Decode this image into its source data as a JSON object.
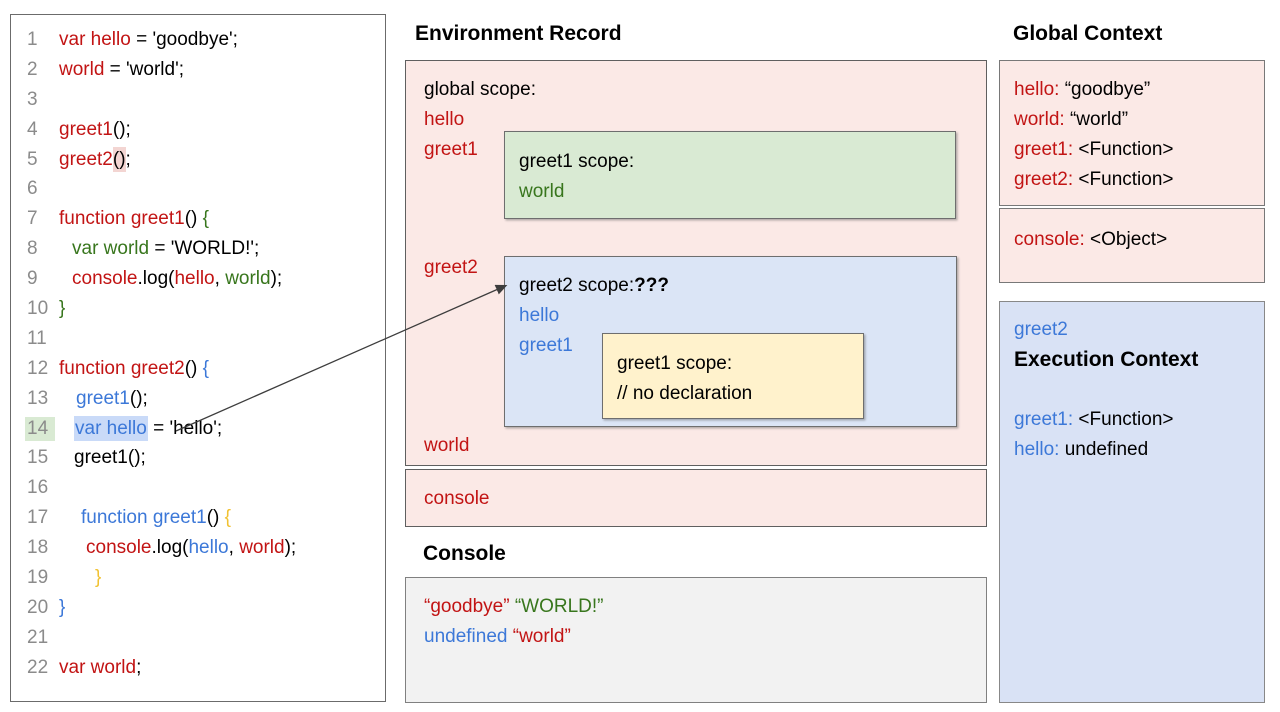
{
  "code_panel": {
    "lines": [
      {
        "n": "1",
        "indent": 0,
        "segs": [
          {
            "t": "var hello",
            "c": "red"
          },
          {
            "t": " = 'goodbye';",
            "c": "black"
          }
        ]
      },
      {
        "n": "2",
        "indent": 0,
        "segs": [
          {
            "t": "world",
            "c": "red"
          },
          {
            "t": " = 'world';",
            "c": "black"
          }
        ]
      },
      {
        "n": "3",
        "indent": 0,
        "segs": []
      },
      {
        "n": "4",
        "indent": 0,
        "segs": [
          {
            "t": "greet1",
            "c": "red"
          },
          {
            "t": "();",
            "c": "black"
          }
        ]
      },
      {
        "n": "5",
        "indent": 0,
        "segs": [
          {
            "t": "greet2",
            "c": "red"
          },
          {
            "t": "()",
            "c": "black",
            "hl": "pink"
          },
          {
            "t": ";",
            "c": "black"
          }
        ]
      },
      {
        "n": "6",
        "indent": 0,
        "segs": []
      },
      {
        "n": "7",
        "indent": 0,
        "segs": [
          {
            "t": "function greet1",
            "c": "red"
          },
          {
            "t": "() ",
            "c": "black"
          },
          {
            "t": "{",
            "c": "green"
          }
        ]
      },
      {
        "n": "8",
        "indent": 13,
        "segs": [
          {
            "t": "var world",
            "c": "green"
          },
          {
            "t": " = 'WORLD!';",
            "c": "black"
          }
        ]
      },
      {
        "n": "9",
        "indent": 13,
        "segs": [
          {
            "t": "console",
            "c": "red"
          },
          {
            "t": ".log(",
            "c": "black"
          },
          {
            "t": "hello",
            "c": "red"
          },
          {
            "t": ", ",
            "c": "black"
          },
          {
            "t": "world",
            "c": "green"
          },
          {
            "t": ");",
            "c": "black"
          }
        ]
      },
      {
        "n": "10",
        "indent": 0,
        "segs": [
          {
            "t": "}",
            "c": "green"
          }
        ]
      },
      {
        "n": "11",
        "indent": 0,
        "segs": []
      },
      {
        "n": "12",
        "indent": 0,
        "segs": [
          {
            "t": "function greet2",
            "c": "red"
          },
          {
            "t": "() ",
            "c": "black"
          },
          {
            "t": "{",
            "c": "blue"
          }
        ]
      },
      {
        "n": "13",
        "indent": 17,
        "segs": [
          {
            "t": "greet1",
            "c": "blue"
          },
          {
            "t": "();",
            "c": "black"
          }
        ]
      },
      {
        "n": "14",
        "indent": 15,
        "num_hl": true,
        "segs": [
          {
            "t": "var hello",
            "c": "blue",
            "hl": "blue"
          },
          {
            "t": " = 'hello';",
            "c": "black"
          }
        ]
      },
      {
        "n": "15",
        "indent": 15,
        "segs": [
          {
            "t": "greet1();",
            "c": "black"
          }
        ]
      },
      {
        "n": "16",
        "indent": 0,
        "segs": []
      },
      {
        "n": "17",
        "indent": 22,
        "segs": [
          {
            "t": "function greet1",
            "c": "blue"
          },
          {
            "t": "() ",
            "c": "black"
          },
          {
            "t": "{",
            "c": "yellow"
          }
        ]
      },
      {
        "n": "18",
        "indent": 27,
        "segs": [
          {
            "t": "console",
            "c": "red"
          },
          {
            "t": ".log(",
            "c": "black"
          },
          {
            "t": "hello",
            "c": "blue"
          },
          {
            "t": ", ",
            "c": "black"
          },
          {
            "t": "world",
            "c": "red"
          },
          {
            "t": ");",
            "c": "black"
          }
        ]
      },
      {
        "n": "19",
        "indent": 36,
        "segs": [
          {
            "t": "}",
            "c": "yellow"
          }
        ]
      },
      {
        "n": "20",
        "indent": 0,
        "segs": [
          {
            "t": "}",
            "c": "blue"
          }
        ]
      },
      {
        "n": "21",
        "indent": 0,
        "segs": []
      },
      {
        "n": "22",
        "indent": 0,
        "segs": [
          {
            "t": "var world",
            "c": "red"
          },
          {
            "t": ";",
            "c": "black"
          }
        ]
      }
    ]
  },
  "environment_record": {
    "title": "Environment Record",
    "global_box": {
      "header_lines": [
        [
          {
            "t": "global scope:",
            "c": "black"
          }
        ],
        [
          {
            "t": "hello",
            "c": "red"
          }
        ],
        [
          {
            "t": "greet1",
            "c": "red"
          }
        ]
      ],
      "greet2_label": [
        [
          {
            "t": "greet2",
            "c": "red"
          }
        ]
      ],
      "world_label": [
        [
          {
            "t": "world",
            "c": "red"
          }
        ]
      ]
    },
    "greet1_box_lines": [
      [
        {
          "t": "greet1 scope:",
          "c": "black"
        }
      ],
      [
        {
          "t": "world",
          "c": "green"
        }
      ]
    ],
    "greet2_box_lines": [
      [
        {
          "t": "greet2 scope:",
          "c": "black"
        },
        {
          "t": "???",
          "c": "black",
          "b": true
        }
      ],
      [
        {
          "t": "hello",
          "c": "blue"
        }
      ],
      [
        {
          "t": "greet1",
          "c": "blue"
        }
      ]
    ],
    "greet1_inner_box_lines": [
      [
        {
          "t": "greet1 scope:",
          "c": "black"
        }
      ],
      [
        {
          "t": "// no declaration",
          "c": "black"
        }
      ]
    ],
    "console_row": [
      [
        {
          "t": "console",
          "c": "red"
        }
      ]
    ]
  },
  "console_panel": {
    "title": "Console",
    "lines": [
      [
        {
          "t": "“goodbye”",
          "c": "red"
        },
        {
          "t": " ",
          "c": "black"
        },
        {
          "t": "“WORLD!”",
          "c": "green"
        }
      ],
      [
        {
          "t": "undefined",
          "c": "blue"
        },
        {
          "t": " ",
          "c": "black"
        },
        {
          "t": "“world”",
          "c": "red"
        }
      ]
    ]
  },
  "global_context": {
    "title": "Global Context",
    "vars": [
      [
        {
          "t": "hello:",
          "c": "red"
        },
        {
          "t": " “goodbye”",
          "c": "black"
        }
      ],
      [
        {
          "t": "world:",
          "c": "red"
        },
        {
          "t": " “world”",
          "c": "black"
        }
      ],
      [
        {
          "t": "greet1:",
          "c": "red"
        },
        {
          "t": " <Function>",
          "c": "black"
        }
      ],
      [
        {
          "t": "greet2:",
          "c": "red"
        },
        {
          "t": " <Function>",
          "c": "black"
        }
      ]
    ],
    "console_line": [
      [
        {
          "t": "console:",
          "c": "red"
        },
        {
          "t": " <Object>",
          "c": "black"
        }
      ]
    ]
  },
  "execution_context": {
    "owner": "greet2",
    "title": "Execution Context",
    "lines": [
      [
        {
          "t": "greet1:",
          "c": "blue"
        },
        {
          "t": " <Function>",
          "c": "black"
        }
      ],
      [
        {
          "t": "hello:",
          "c": "blue"
        },
        {
          "t": " undefined",
          "c": "black"
        }
      ]
    ]
  }
}
